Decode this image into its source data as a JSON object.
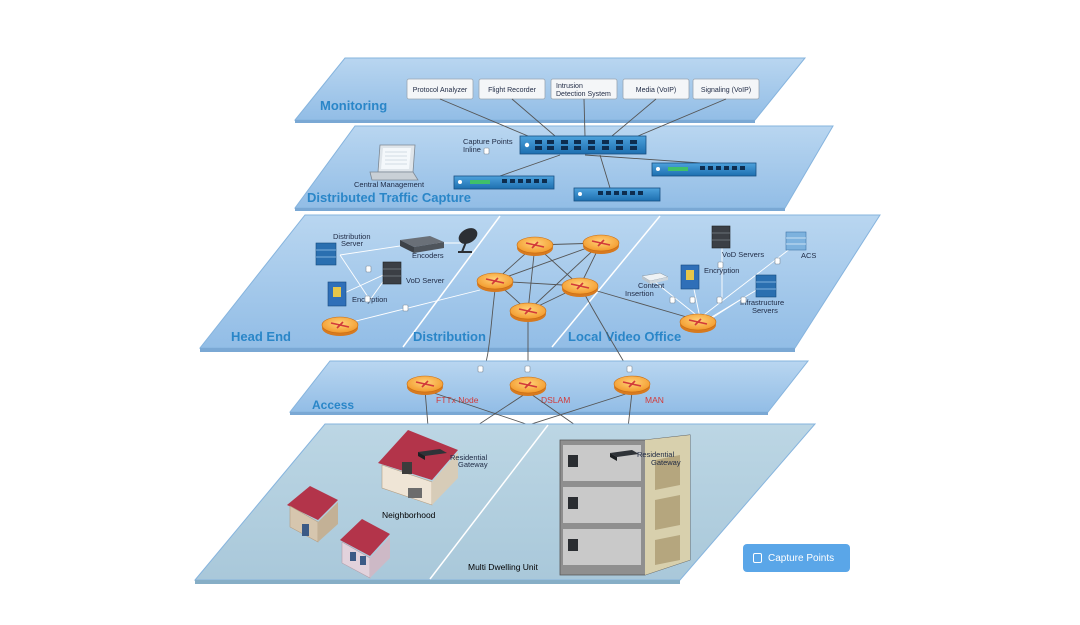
{
  "layers": {
    "monitoring": "Monitoring",
    "capture": "Distributed Traffic Capture",
    "head_end": "Head End",
    "distribution": "Distribution",
    "local_video_office": "Local Video Office",
    "access": "Access"
  },
  "monitoring_tools": [
    "Protocol Analyzer",
    "Flight Recorder",
    "Intrusion",
    "Detection System",
    "Media (VoIP)",
    "Signaling (VoIP)"
  ],
  "capture_layer": {
    "capture_points_line1": "Capture Points",
    "capture_points_line2": "Inline",
    "central_management": "Central Management"
  },
  "head_end_labels": {
    "distribution_server_1": "Distribution",
    "distribution_server_2": "Server",
    "encoders": "Encoders",
    "vod_server": "VoD Server",
    "encryption": "Encryption"
  },
  "lvo_labels": {
    "vod_servers": "VoD Servers",
    "acs": "ACS",
    "encryption": "Encryption",
    "content_insertion_1": "Content",
    "content_insertion_2": "Insertion",
    "infrastructure_1": "Infrastructure",
    "infrastructure_2": "Servers"
  },
  "access_nodes": {
    "fttx": "FTTx Node",
    "dslam": "DSLAM",
    "man": "MAN"
  },
  "home_labels": {
    "res_gateway_1a": "Residential",
    "res_gateway_1b": "Gateway",
    "neighborhood": "Neighborhood",
    "res_gateway_2a": "Residential",
    "res_gateway_2b": "Gateway",
    "mdu": "Multi Dwelling Unit"
  },
  "legend": {
    "label": "Capture Points"
  },
  "colors": {
    "layer_fill": "#a8caea",
    "layer_edge": "#7fb0dc",
    "label_blue": "#2a86c8",
    "router_orange": "#f6a23a",
    "router_red": "#d23a3a",
    "legend_bg": "#5aa6e8"
  }
}
